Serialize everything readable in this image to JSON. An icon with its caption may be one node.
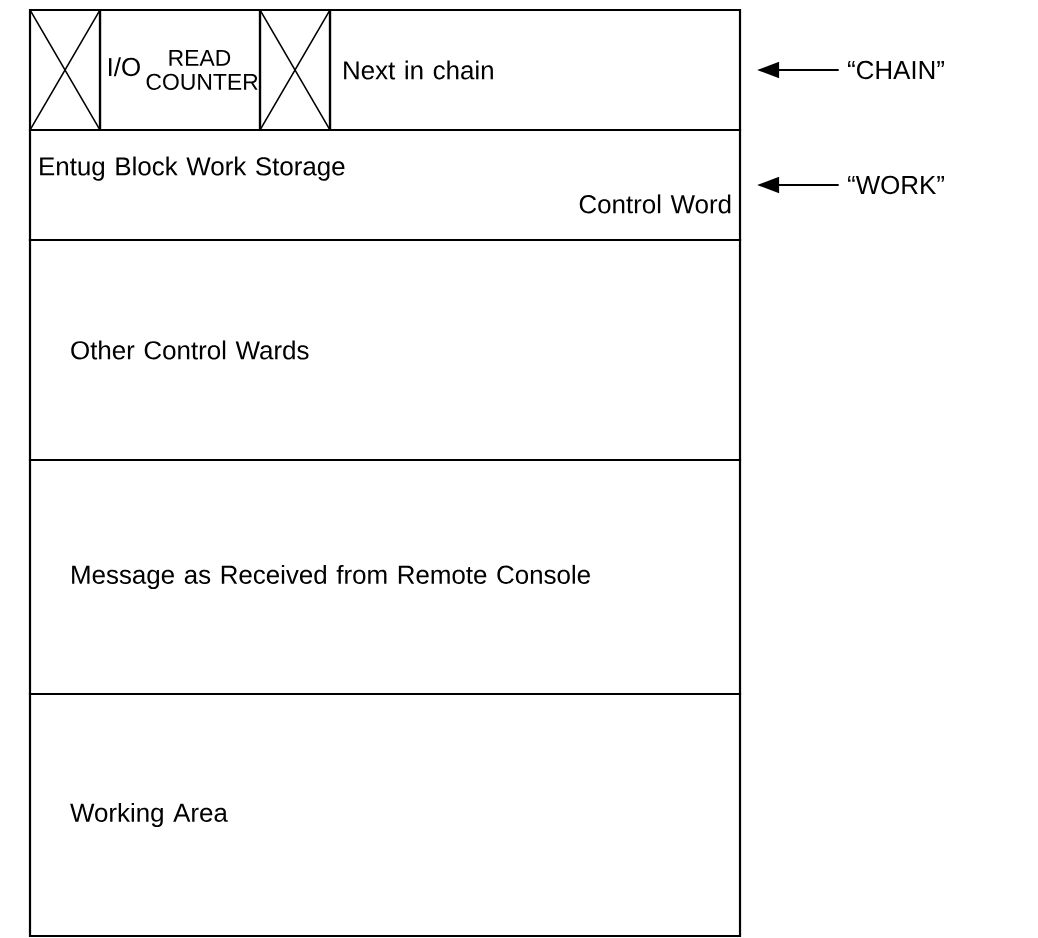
{
  "diagram": {
    "nodes": [
      {
        "text": [],
        "shape": "box"
      },
      {
        "text": [
          "I/O",
          "READ COUNTER"
        ]
      },
      {
        "text": [],
        "shape": "box"
      },
      {
        "text": [
          "Next in chain"
        ]
      },
      {
        "text": [
          "Entug Block Work Storage",
          "Control Word"
        ]
      },
      {
        "text": [
          "Other Control Wards"
        ]
      },
      {
        "text": [
          "Message as Received from Remote Console"
        ]
      },
      {
        "text": [
          "Working Area"
        ]
      },
      {
        "text": [
          "“CHAIN”"
        ]
      },
      {
        "text": [
          "“WORK”"
        ]
      }
    ],
    "edges": [
      {
        "from": 8,
        "to": 3,
        "arrow": "to"
      },
      {
        "from": 9,
        "to": 4,
        "arrow": "to"
      }
    ]
  }
}
